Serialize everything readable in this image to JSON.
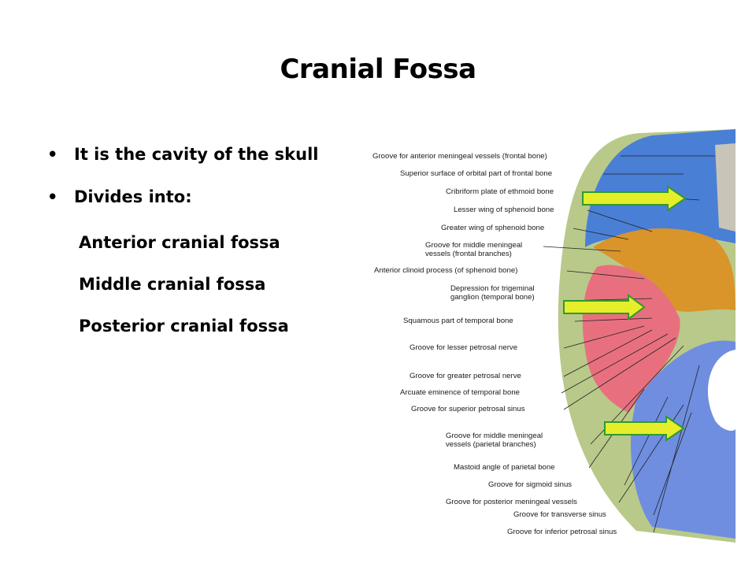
{
  "slide": {
    "title": "Cranial Fossa",
    "bullets": [
      {
        "text": "It is the cavity of the skull"
      },
      {
        "text": "Divides into:"
      }
    ],
    "sub_items": [
      "Anterior cranial fossa",
      "Middle cranial fossa",
      "Posterior cranial fossa"
    ],
    "bullet_glyph": "•"
  },
  "figure": {
    "labels": [
      "Groove for anterior meningeal vessels (frontal bone)",
      "Superior surface of orbital part of frontal bone",
      "Cribriform plate of ethmoid bone",
      "Lesser wing of sphenoid bone",
      "Greater wing of sphenoid bone",
      "Groove for middle meningeal",
      "vessels (frontal branches)",
      "Anterior clinoid process (of sphenoid bone)",
      "Depression for trigeminal",
      "ganglion (temporal bone)",
      "Squamous part of temporal bone",
      "Groove for lesser petrosal nerve",
      "Groove for greater petrosal nerve",
      "Arcuate eminence of temporal bone",
      "Groove for superior petrosal sinus",
      "Groove for middle meningeal",
      "vessels (parietal branches)",
      "Mastoid angle of parietal bone",
      "Groove for sigmoid sinus",
      "Groove for posterior meningeal vessels",
      "Groove for transverse sinus",
      "Groove for inferior petrosal sinus"
    ],
    "colors": {
      "anterior_fossa": "#4a7fd6",
      "middle_fossa": "#e8707e",
      "posterior_fossa": "#6f8ee0",
      "sphenoid": "#d9942a",
      "outer_rim": "#b8c98a",
      "arrow_fill": "#e6ee2a",
      "arrow_stroke": "#2e9a2e"
    }
  }
}
